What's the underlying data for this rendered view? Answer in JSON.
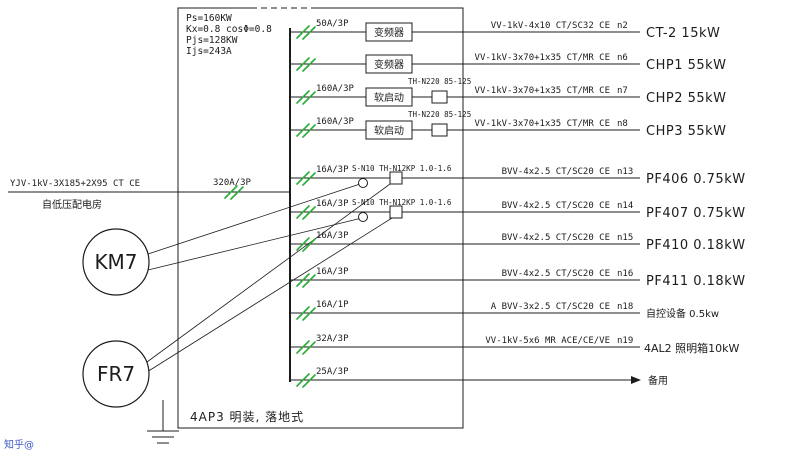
{
  "diagram": {
    "panel_label": "4AP3 明装, 落地式",
    "info": {
      "line1": "Ps=160KW",
      "line2": "Kx=0.8 cosΦ=0.8",
      "line3": "Pjs=128KW",
      "line4": "Ijs=243A"
    },
    "incoming": {
      "cable": "YJV-1kV-3X185+2X95 CT CE",
      "source": "自低压配电房",
      "breaker": "320A/3P"
    },
    "contactor_label": "KM7",
    "thermal_label": "FR7"
  },
  "feeders": [
    {
      "breaker": "50A/3P",
      "device": "变频器",
      "cable": "VV-1kV-4x10 CT/SC32 CE",
      "circuit": "n2",
      "load": "CT-2 15kW"
    },
    {
      "breaker": "",
      "device": "变频器",
      "cable": "VV-1kV-3x70+1x35 CT/MR CE",
      "circuit": "n6",
      "load": "CHP1 55kW"
    },
    {
      "breaker": "160A/3P",
      "device": "软启动",
      "aux": "TH-N220 85-125",
      "cable": "VV-1kV-3x70+1x35 CT/MR CE",
      "circuit": "n7",
      "load": "CHP2 55kW"
    },
    {
      "breaker": "160A/3P",
      "device": "软启动",
      "aux": "TH-N220 85-125",
      "cable": "VV-1kV-3x70+1x35 CT/MR CE",
      "circuit": "n8",
      "load": "CHP3 55kW"
    },
    {
      "breaker": "16A/3P",
      "aux": "S-N10 TH-N12KP 1.0-1.6",
      "cable": "BVV-4x2.5 CT/SC20 CE",
      "circuit": "n13",
      "load": "PF406 0.75kW"
    },
    {
      "breaker": "16A/3P",
      "aux": "S-N10 TH-N12KP 1.0-1.6",
      "cable": "BVV-4x2.5 CT/SC20 CE",
      "circuit": "n14",
      "load": "PF407 0.75kW"
    },
    {
      "breaker": "16A/3P",
      "cable": "BVV-4x2.5 CT/SC20 CE",
      "circuit": "n15",
      "load": "PF410 0.18kW"
    },
    {
      "breaker": "16A/3P",
      "cable": "BVV-4x2.5 CT/SC20 CE",
      "circuit": "n16",
      "load": "PF411 0.18kW"
    },
    {
      "breaker": "16A/1P",
      "cable": "A  BVV-3x2.5 CT/SC20 CE",
      "circuit": "n18",
      "load": "自控设备 0.5kw"
    },
    {
      "breaker": "32A/3P",
      "cable": "VV-1kV-5x6 MR ACE/CE/VE",
      "circuit": "n19",
      "load": "4AL2 照明箱10kW"
    },
    {
      "breaker": "25A/3P",
      "load": "备用"
    }
  ],
  "watermark": "知乎@",
  "colors": {
    "line": "#1c1c1c",
    "breaker_green": "#2fae3c",
    "watermark_blue": "#3c57c9"
  }
}
